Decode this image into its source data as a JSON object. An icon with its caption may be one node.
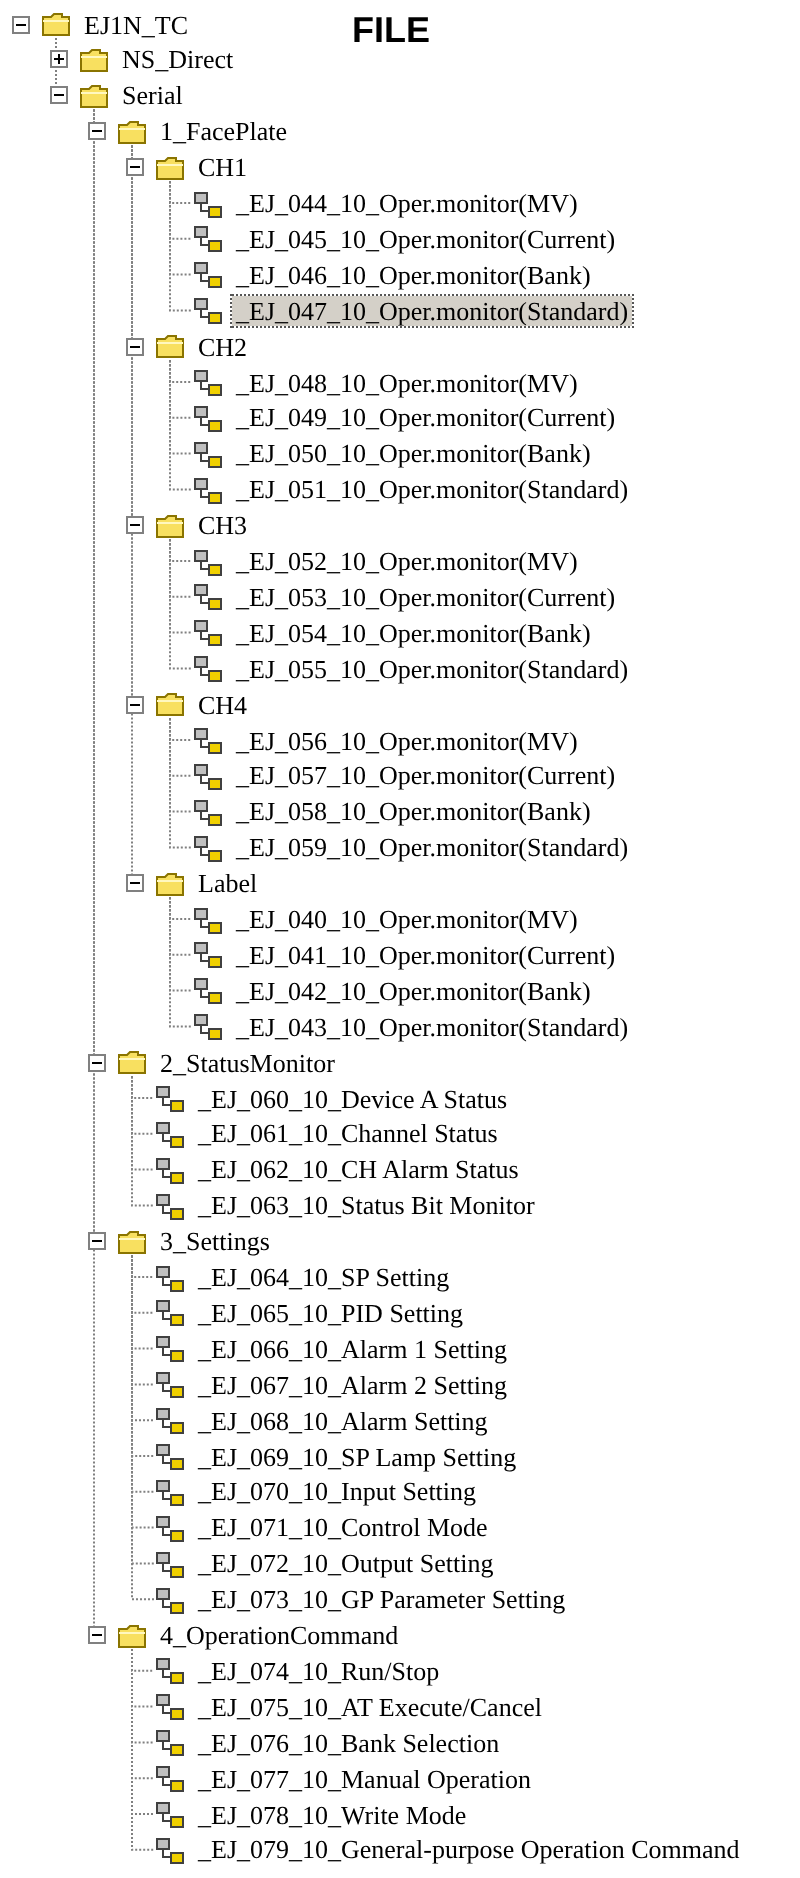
{
  "diagram": {
    "title": "FILE",
    "nodes": [
      {
        "text": [
          "EJ1N_TC"
        ]
      },
      {
        "text": [
          "NS_Direct"
        ]
      },
      {
        "text": [
          "Serial"
        ]
      },
      {
        "text": [
          "1_FacePlate"
        ]
      },
      {
        "text": [
          "CH1"
        ]
      },
      {
        "text": [
          "_EJ_044_10_Oper.monitor(MV)"
        ]
      },
      {
        "text": [
          "_EJ_045_10_Oper.monitor(Current)"
        ]
      },
      {
        "text": [
          "_EJ_046_10_Oper.monitor(Bank)"
        ]
      },
      {
        "text": [
          "_EJ_047_10_Oper.monitor(Standard)"
        ]
      },
      {
        "text": [
          "CH2"
        ]
      },
      {
        "text": [
          "_EJ_048_10_Oper.monitor(MV)"
        ]
      },
      {
        "text": [
          "_EJ_049_10_Oper.monitor(Current)"
        ]
      },
      {
        "text": [
          "_EJ_050_10_Oper.monitor(Bank)"
        ]
      },
      {
        "text": [
          "_EJ_051_10_Oper.monitor(Standard)"
        ]
      },
      {
        "text": [
          "CH3"
        ]
      },
      {
        "text": [
          "_EJ_052_10_Oper.monitor(MV)"
        ]
      },
      {
        "text": [
          "_EJ_053_10_Oper.monitor(Current)"
        ]
      },
      {
        "text": [
          "_EJ_054_10_Oper.monitor(Bank)"
        ]
      },
      {
        "text": [
          "_EJ_055_10_Oper.monitor(Standard)"
        ]
      },
      {
        "text": [
          "CH4"
        ]
      },
      {
        "text": [
          "_EJ_056_10_Oper.monitor(MV)"
        ]
      },
      {
        "text": [
          "_EJ_057_10_Oper.monitor(Current)"
        ]
      },
      {
        "text": [
          "_EJ_058_10_Oper.monitor(Bank)"
        ]
      },
      {
        "text": [
          "_EJ_059_10_Oper.monitor(Standard)"
        ]
      },
      {
        "text": [
          "Label"
        ]
      },
      {
        "text": [
          "_EJ_040_10_Oper.monitor(MV)"
        ]
      },
      {
        "text": [
          "_EJ_041_10_Oper.monitor(Current)"
        ]
      },
      {
        "text": [
          "_EJ_042_10_Oper.monitor(Bank)"
        ]
      },
      {
        "text": [
          "_EJ_043_10_Oper.monitor(Standard)"
        ]
      },
      {
        "text": [
          "2_StatusMonitor"
        ]
      },
      {
        "text": [
          "_EJ_060_10_Device A Status"
        ]
      },
      {
        "text": [
          "_EJ_061_10_Channel Status"
        ]
      },
      {
        "text": [
          "_EJ_062_10_CH Alarm Status"
        ]
      },
      {
        "text": [
          "_EJ_063_10_Status Bit Monitor"
        ]
      },
      {
        "text": [
          "3_Settings"
        ]
      },
      {
        "text": [
          "_EJ_064_10_SP Setting"
        ]
      },
      {
        "text": [
          "_EJ_065_10_PID Setting"
        ]
      },
      {
        "text": [
          "_EJ_066_10_Alarm 1 Setting"
        ]
      },
      {
        "text": [
          "_EJ_067_10_Alarm 2 Setting"
        ]
      },
      {
        "text": [
          "_EJ_068_10_Alarm Setting"
        ]
      },
      {
        "text": [
          "_EJ_069_10_SP Lamp Setting"
        ]
      },
      {
        "text": [
          "_EJ_070_10_Input Setting"
        ]
      },
      {
        "text": [
          "_EJ_071_10_Control Mode"
        ]
      },
      {
        "text": [
          "_EJ_072_10_Output Setting"
        ]
      },
      {
        "text": [
          "_EJ_073_10_GP Parameter Setting"
        ]
      },
      {
        "text": [
          "4_OperationCommand"
        ]
      },
      {
        "text": [
          "_EJ_074_10_Run/Stop"
        ]
      },
      {
        "text": [
          "_EJ_075_10_AT Execute/Cancel"
        ]
      },
      {
        "text": [
          "_EJ_076_10_Bank Selection"
        ]
      },
      {
        "text": [
          "_EJ_077_10_Manual Operation"
        ]
      },
      {
        "text": [
          "_EJ_078_10_Write Mode"
        ]
      },
      {
        "text": [
          "_EJ_079_10_General-purpose Operation Command"
        ]
      }
    ],
    "edges": [
      {
        "from": 0,
        "to": 1,
        "arrow": "none"
      },
      {
        "from": 0,
        "to": 2,
        "arrow": "none"
      },
      {
        "from": 2,
        "to": 3,
        "arrow": "none"
      },
      {
        "from": 3,
        "to": 4,
        "arrow": "none"
      },
      {
        "from": 4,
        "to": 5,
        "arrow": "none"
      },
      {
        "from": 4,
        "to": 6,
        "arrow": "none"
      },
      {
        "from": 4,
        "to": 7,
        "arrow": "none"
      },
      {
        "from": 4,
        "to": 8,
        "arrow": "none"
      },
      {
        "from": 3,
        "to": 9,
        "arrow": "none"
      },
      {
        "from": 9,
        "to": 10,
        "arrow": "none"
      },
      {
        "from": 9,
        "to": 11,
        "arrow": "none"
      },
      {
        "from": 9,
        "to": 12,
        "arrow": "none"
      },
      {
        "from": 9,
        "to": 13,
        "arrow": "none"
      },
      {
        "from": 3,
        "to": 14,
        "arrow": "none"
      },
      {
        "from": 14,
        "to": 15,
        "arrow": "none"
      },
      {
        "from": 14,
        "to": 16,
        "arrow": "none"
      },
      {
        "from": 14,
        "to": 17,
        "arrow": "none"
      },
      {
        "from": 14,
        "to": 18,
        "arrow": "none"
      },
      {
        "from": 3,
        "to": 19,
        "arrow": "none"
      },
      {
        "from": 19,
        "to": 20,
        "arrow": "none"
      },
      {
        "from": 19,
        "to": 21,
        "arrow": "none"
      },
      {
        "from": 19,
        "to": 22,
        "arrow": "none"
      },
      {
        "from": 19,
        "to": 23,
        "arrow": "none"
      },
      {
        "from": 3,
        "to": 24,
        "arrow": "none"
      },
      {
        "from": 24,
        "to": 25,
        "arrow": "none"
      },
      {
        "from": 24,
        "to": 26,
        "arrow": "none"
      },
      {
        "from": 24,
        "to": 27,
        "arrow": "none"
      },
      {
        "from": 24,
        "to": 28,
        "arrow": "none"
      },
      {
        "from": 2,
        "to": 29,
        "arrow": "none"
      },
      {
        "from": 29,
        "to": 30,
        "arrow": "none"
      },
      {
        "from": 29,
        "to": 31,
        "arrow": "none"
      },
      {
        "from": 29,
        "to": 32,
        "arrow": "none"
      },
      {
        "from": 29,
        "to": 33,
        "arrow": "none"
      },
      {
        "from": 2,
        "to": 34,
        "arrow": "none"
      },
      {
        "from": 34,
        "to": 35,
        "arrow": "none"
      },
      {
        "from": 34,
        "to": 36,
        "arrow": "none"
      },
      {
        "from": 34,
        "to": 37,
        "arrow": "none"
      },
      {
        "from": 34,
        "to": 38,
        "arrow": "none"
      },
      {
        "from": 34,
        "to": 39,
        "arrow": "none"
      },
      {
        "from": 34,
        "to": 40,
        "arrow": "none"
      },
      {
        "from": 34,
        "to": 41,
        "arrow": "none"
      },
      {
        "from": 34,
        "to": 42,
        "arrow": "none"
      },
      {
        "from": 34,
        "to": 43,
        "arrow": "none"
      },
      {
        "from": 34,
        "to": 44,
        "arrow": "none"
      },
      {
        "from": 2,
        "to": 45,
        "arrow": "none"
      },
      {
        "from": 45,
        "to": 46,
        "arrow": "none"
      },
      {
        "from": 45,
        "to": 47,
        "arrow": "none"
      },
      {
        "from": 45,
        "to": 48,
        "arrow": "none"
      },
      {
        "from": 45,
        "to": 49,
        "arrow": "none"
      },
      {
        "from": 45,
        "to": 50,
        "arrow": "none"
      },
      {
        "from": 45,
        "to": 51,
        "arrow": "none"
      }
    ]
  }
}
